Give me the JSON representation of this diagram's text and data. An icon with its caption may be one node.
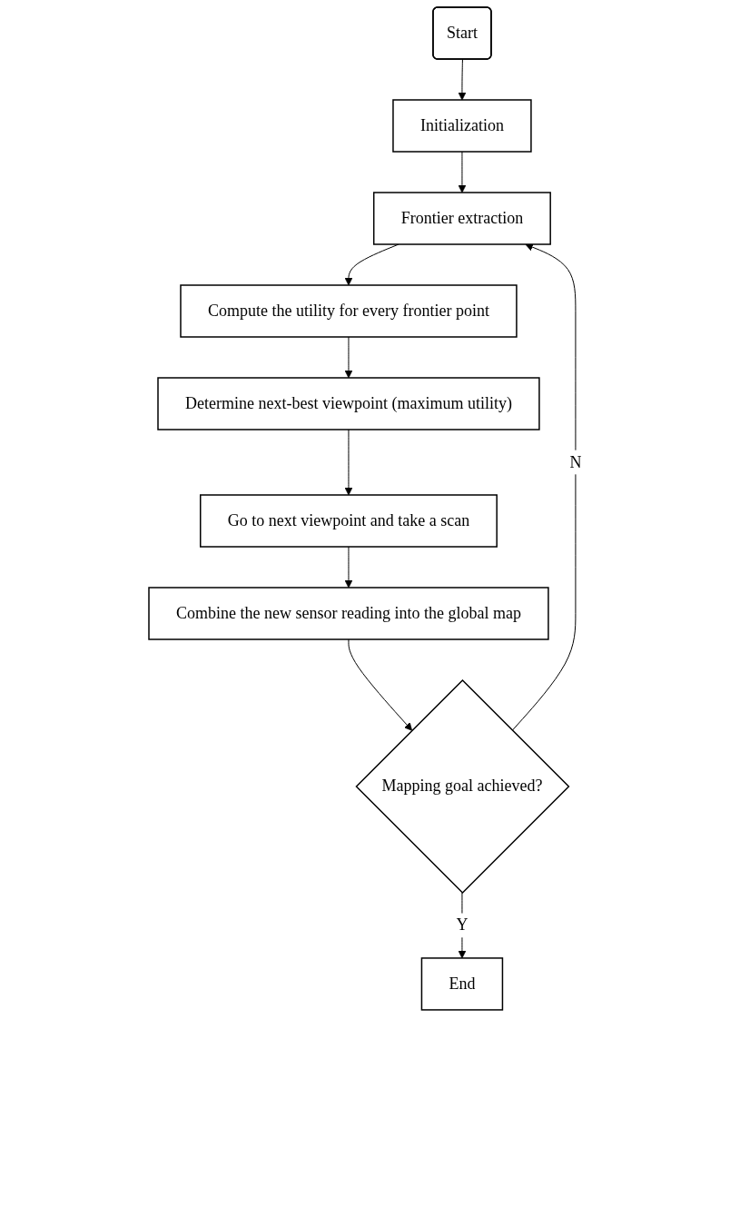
{
  "diagram": {
    "nodes": [
      {
        "text": [
          "Start"
        ]
      },
      {
        "text": [
          "Initialization"
        ]
      },
      {
        "text": [
          "Frontier extraction"
        ]
      },
      {
        "text": [
          "Compute the utility for every frontier point"
        ]
      },
      {
        "text": [
          "Determine next-best viewpoint (maximum utility)"
        ]
      },
      {
        "text": [
          "Go to next viewpoint and take a scan"
        ]
      },
      {
        "text": [
          "Combine the new sensor reading into the global map"
        ]
      },
      {
        "text": [
          "Mapping goal achieved?"
        ]
      },
      {
        "text": [
          "End"
        ]
      }
    ],
    "edges": [
      {
        "from": 0,
        "to": 1,
        "arrow": "to"
      },
      {
        "from": 1,
        "to": 2,
        "arrow": "to"
      },
      {
        "from": 2,
        "to": 3,
        "arrow": "to"
      },
      {
        "from": 3,
        "to": 4,
        "arrow": "to"
      },
      {
        "from": 4,
        "to": 5,
        "arrow": "to"
      },
      {
        "from": 5,
        "to": 6,
        "arrow": "to"
      },
      {
        "from": 6,
        "to": 7,
        "arrow": "to"
      },
      {
        "from": 7,
        "to": 2,
        "label": "N",
        "arrow": "to"
      },
      {
        "from": 7,
        "to": 8,
        "label": "Y",
        "arrow": "to"
      }
    ]
  }
}
